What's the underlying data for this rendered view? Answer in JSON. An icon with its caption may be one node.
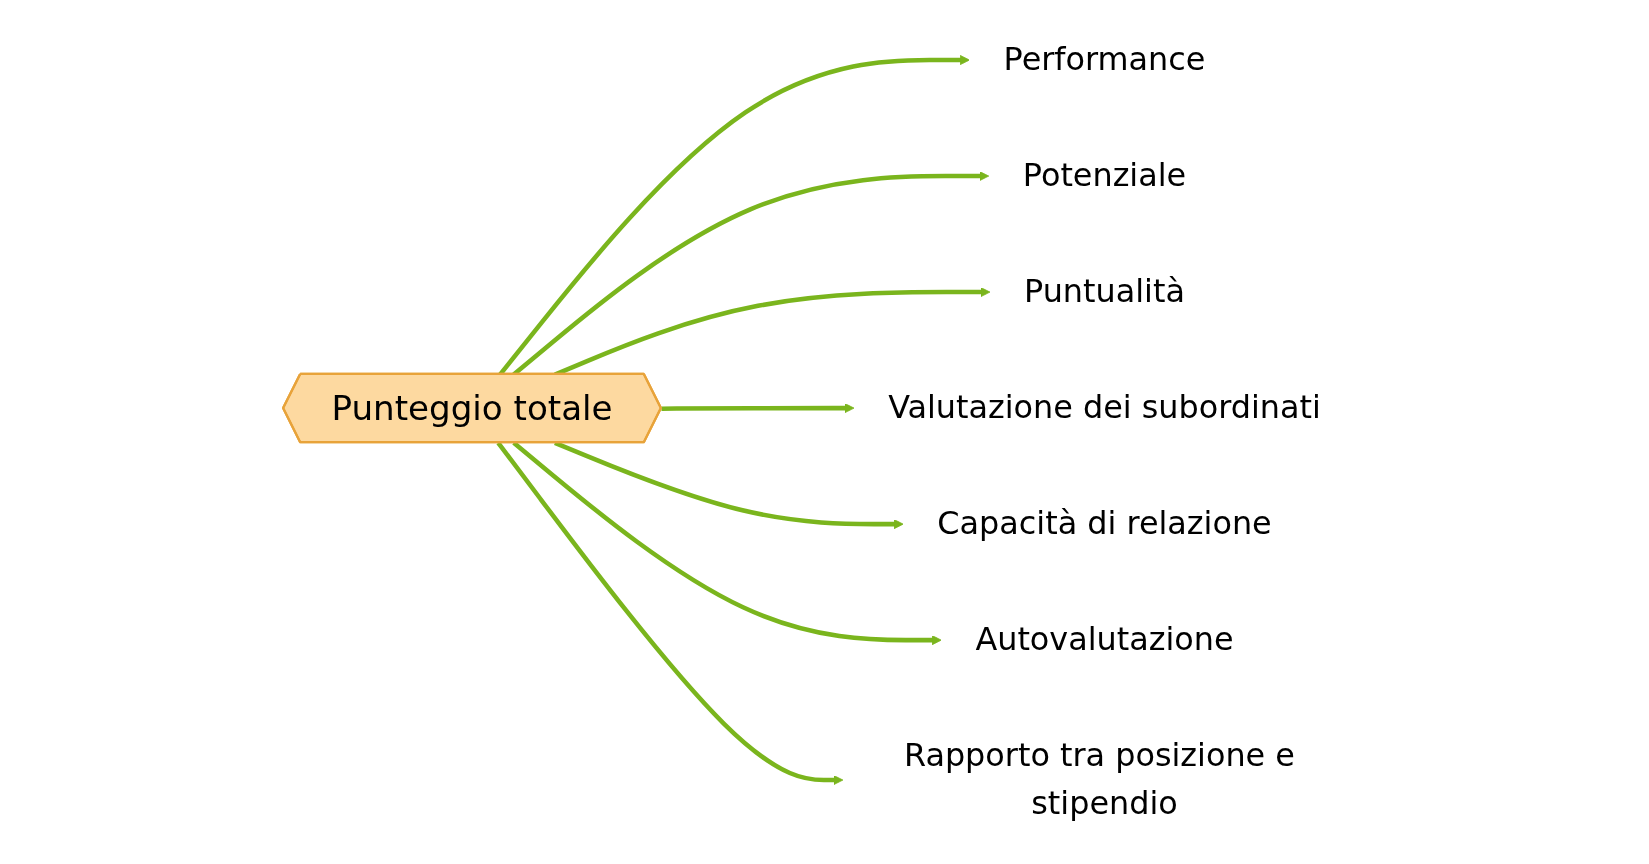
{
  "diagram": {
    "nodes": [
      {
        "text": [
          "Performance"
        ]
      },
      {
        "text": [
          "Potenziale"
        ]
      },
      {
        "text": [
          "Puntualità"
        ]
      },
      {
        "text": [
          "Punteggio totale"
        ]
      },
      {
        "text": [
          "Valutazione dei subordinati"
        ]
      },
      {
        "text": [
          "Capacità di relazione"
        ]
      },
      {
        "text": [
          "Autovalutazione"
        ]
      },
      {
        "text": [
          "Rapporto tra posizione e stipendio"
        ]
      }
    ],
    "edges": [
      {
        "from": 3,
        "to": 0,
        "arrow": "to"
      },
      {
        "from": 3,
        "to": 1,
        "arrow": "to"
      },
      {
        "from": 3,
        "to": 2,
        "arrow": "to"
      },
      {
        "from": 3,
        "to": 4,
        "arrow": "to"
      },
      {
        "from": 3,
        "to": 5,
        "arrow": "to"
      },
      {
        "from": 3,
        "to": 6,
        "arrow": "to"
      },
      {
        "from": 3,
        "to": 7,
        "arrow": "to"
      }
    ]
  }
}
